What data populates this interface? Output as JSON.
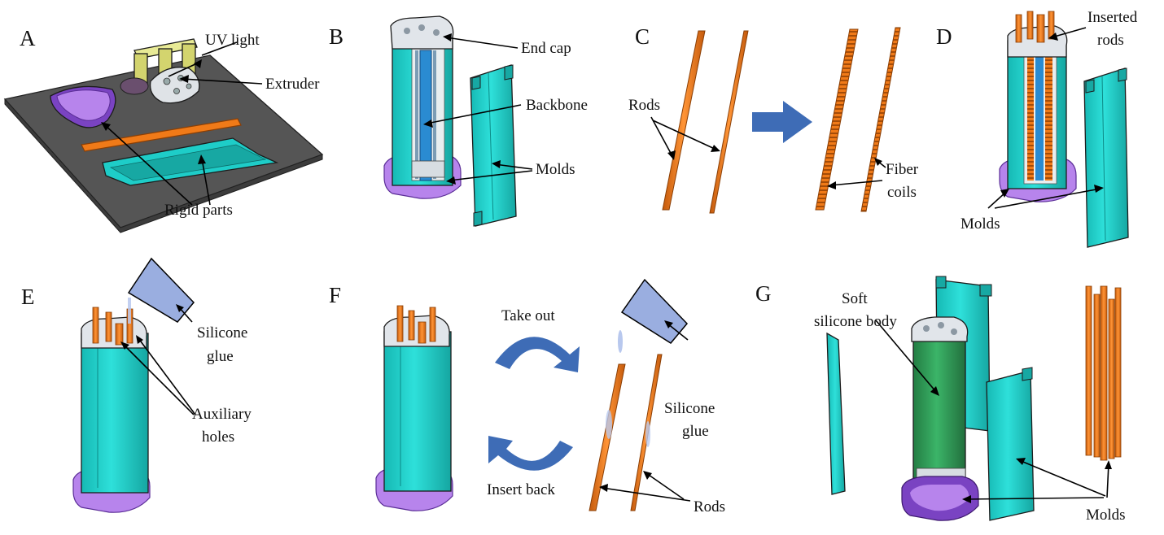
{
  "colors": {
    "cyan": "#1ecdc8",
    "cyan_dark": "#17a8a3",
    "purple": "#b784ec",
    "purple_dark": "#7a43c2",
    "orange": "#f07a18",
    "orange_dark": "#b8540a",
    "yellow": "#dfe28a",
    "platform": "#555555",
    "green": "#2e9e57",
    "glue": "#9aaee0",
    "arrow_blue": "#3e6cb6",
    "backbone_blue": "#2a8bd1"
  },
  "panels": {
    "A": {
      "letter": "A",
      "uv_light": "UV light",
      "extruder": "Extruder",
      "rigid_parts": "Rigid parts"
    },
    "B": {
      "letter": "B",
      "end_cap": "End cap",
      "backbone": "Backbone",
      "molds": "Molds"
    },
    "C": {
      "letter": "C",
      "rods": "Rods",
      "fiber": "Fiber",
      "coils": "coils"
    },
    "D": {
      "letter": "D",
      "inserted": "Inserted",
      "rods": "rods",
      "molds": "Molds"
    },
    "E": {
      "letter": "E",
      "silicone": "Silicone",
      "glue": "glue",
      "auxiliary": "Auxiliary",
      "holes": "holes"
    },
    "F": {
      "letter": "F",
      "take_out": "Take out",
      "insert_back": "Insert back",
      "silicone": "Silicone",
      "glue": "glue",
      "rods": "Rods"
    },
    "G": {
      "letter": "G",
      "soft": "Soft",
      "silicone_body": "silicone body",
      "molds": "Molds"
    }
  }
}
